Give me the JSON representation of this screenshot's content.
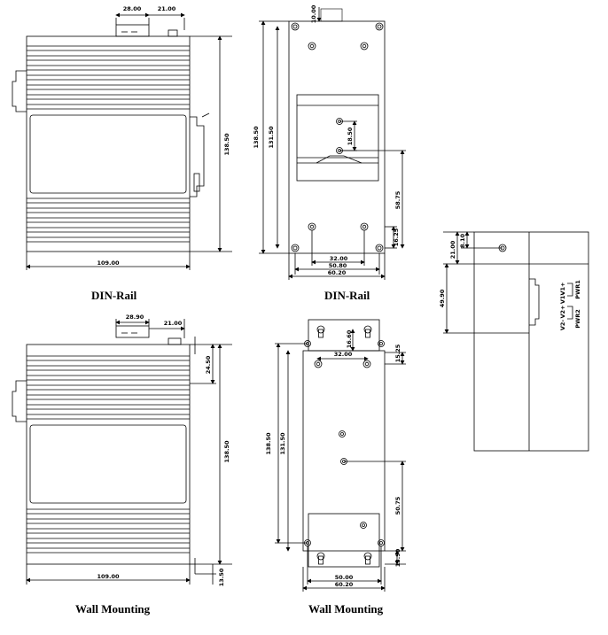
{
  "captions": {
    "top_left": "DIN-Rail",
    "top_mid": "DIN-Rail",
    "bottom_left": "Wall Mounting",
    "bottom_mid": "Wall Mounting"
  },
  "din_side": {
    "top_width": "28.00",
    "top_offset": "21.00",
    "height": "138.50",
    "width": "109.00"
  },
  "din_back": {
    "top_offset": "10.00",
    "outer_height": "138.50",
    "inner_height": "131.50",
    "rail_hole_gap": "18.50",
    "rail_to_bottom": "58.75",
    "bottom_hole_offset": "16.25",
    "hole_span_small": "32.00",
    "hole_span_large": "50.80",
    "total_width": "60.20"
  },
  "wall_side": {
    "top_width": "28.90",
    "top_offset": "21.00",
    "top_bracket": "24.50",
    "height": "138.50",
    "width": "109.00",
    "bottom_bracket": "13.50"
  },
  "wall_back": {
    "keyhole_offset": "16.60",
    "hole_span_small": "32.00",
    "side_offset": "15.25",
    "outer_height": "138.50",
    "inner_height": "131.50",
    "lower_offset": "50.75",
    "bottom_offset": "13.90",
    "hole_span_large": "50.00",
    "total_width": "60.20"
  },
  "front_view": {
    "top_offset_a": "21.00",
    "top_offset_b": "8.10",
    "height": "49.90",
    "terminals": {
      "v1_plus": "V1+",
      "v1_minus": "V1-",
      "v2_plus": "V2+",
      "v2_minus": "V2-",
      "pwr1": "PWR1",
      "pwr2": "PWR2"
    }
  }
}
